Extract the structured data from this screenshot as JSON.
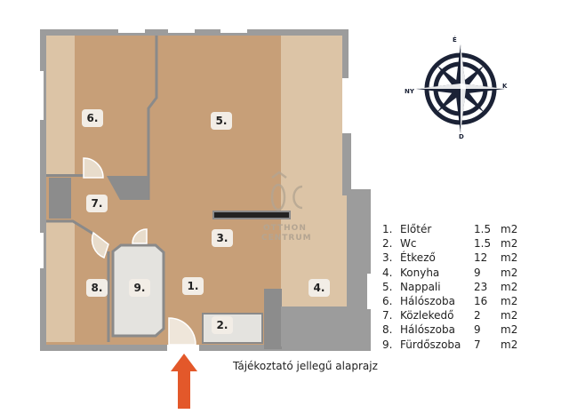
{
  "rooms": [
    {
      "id": "1.",
      "name": "Előtér",
      "area": "1.5",
      "unit": "m2"
    },
    {
      "id": "2.",
      "name": "Wc",
      "area": "1.5",
      "unit": "m2"
    },
    {
      "id": "3.",
      "name": "Étkező",
      "area": "12",
      "unit": "m2"
    },
    {
      "id": "4.",
      "name": "Konyha",
      "area": "9",
      "unit": "m2"
    },
    {
      "id": "5.",
      "name": "Nappali",
      "area": "23",
      "unit": "m2"
    },
    {
      "id": "6.",
      "name": "Hálószoba",
      "area": "16",
      "unit": "m2"
    },
    {
      "id": "7.",
      "name": "Közlekedő",
      "area": "2",
      "unit": "m2"
    },
    {
      "id": "8.",
      "name": "Hálószoba",
      "area": "9",
      "unit": "m2"
    },
    {
      "id": "9.",
      "name": "Fürdőszoba",
      "area": "7",
      "unit": "m2"
    }
  ],
  "caption": "Tájékoztató jellegű alaprajz",
  "compass": {
    "north": "É",
    "east": "K",
    "south": "D",
    "west": "NY"
  },
  "watermark": {
    "mark": "OC",
    "line1": "OTTHON",
    "line2": "CENTRUM"
  },
  "colors": {
    "wall": "#9c9c9c",
    "floor": "#c79f78",
    "floor_light": "#dcc4a6",
    "tile": "#e4e3df",
    "arrow": "#e3582a",
    "compass": "#1b2236"
  }
}
